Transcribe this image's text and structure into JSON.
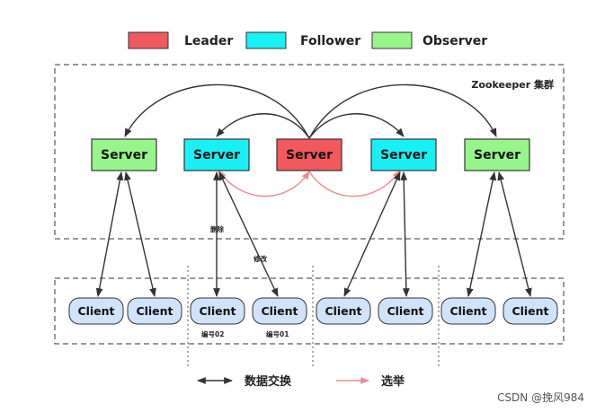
{
  "legend": [
    {
      "label": "Leader",
      "color": "#f2595e"
    },
    {
      "label": "Follower",
      "color": "#19f0f4"
    },
    {
      "label": "Observer",
      "color": "#98f58c"
    }
  ],
  "cluster_label": "Zookeeper 集群",
  "servers": [
    {
      "label": "Server",
      "role": "observer"
    },
    {
      "label": "Server",
      "role": "follower"
    },
    {
      "label": "Server",
      "role": "leader"
    },
    {
      "label": "Server",
      "role": "follower"
    },
    {
      "label": "Server",
      "role": "observer"
    }
  ],
  "clients": [
    "Client",
    "Client",
    "Client",
    "Client",
    "Client",
    "Client",
    "Client",
    "Client"
  ],
  "annotations": {
    "delete": "删除",
    "modify": "修改",
    "id02": "编号02",
    "id01": "编号01"
  },
  "bottom_legend": {
    "data_exchange": "数据交换",
    "election": "选举"
  },
  "watermark": "CSDN @挽风984",
  "colors": {
    "leader": "#f2595e",
    "follower": "#19f0f4",
    "observer": "#98f58c",
    "client": "#cfe3fb",
    "election_arrow": "#f08a8a",
    "data_arrow": "#333333"
  }
}
